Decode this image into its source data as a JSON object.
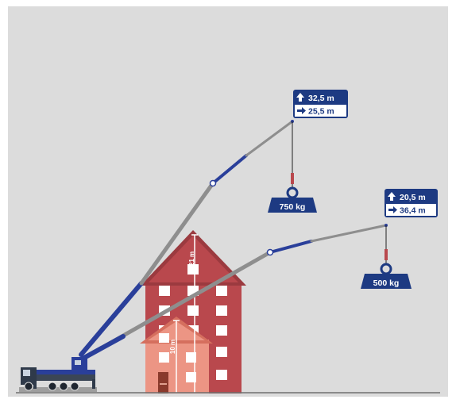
{
  "colors": {
    "background": "#dcdcdc",
    "boom_steel": "#8e8e8e",
    "boom_blue": "#2a3f9a",
    "weight_navy": "#1d3a82",
    "house_dark": "#b9484d",
    "house_dark_roof": "#9b3a3f",
    "house_light": "#ec9584",
    "house_light_roof": "#d56f5e",
    "window": "#ffffff",
    "ground": "#6f6f6f",
    "truck": "#2f3a4a"
  },
  "icons": {
    "height": "arrow-up-icon",
    "reach": "arrow-right-icon",
    "load": "weight-icon",
    "vehicle": "truck-icon"
  },
  "crane_1": {
    "height": "32,5 m",
    "reach": "25,5 m",
    "load": "750 kg"
  },
  "crane_2": {
    "height": "20,5 m",
    "reach": "36,4 m",
    "load": "500 kg"
  },
  "building": {
    "tall_height": "21 m",
    "short_height": "10 m"
  }
}
